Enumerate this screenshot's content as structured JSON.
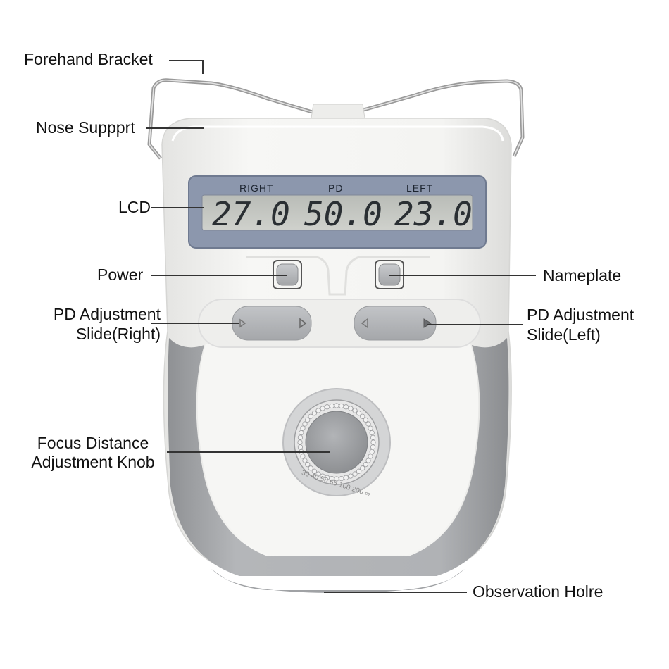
{
  "labels": {
    "forehand_bracket": "Forehand Bracket",
    "nose_support": "Nose Suppprt",
    "lcd": "LCD",
    "power": "Power",
    "nameplate": "Nameplate",
    "pd_slide_right_line1": "PD Adjustment",
    "pd_slide_right_line2": "Slide(Right)",
    "pd_slide_left_line1": "PD Adjustment",
    "pd_slide_left_line2": "Slide(Left)",
    "focus_knob_line1": "Focus Distance",
    "focus_knob_line2": "Adjustment Knob",
    "observation_hole": "Observation Holre"
  },
  "lcd_display": {
    "header_right": "RIGHT",
    "header_pd": "PD",
    "header_left": "LEFT",
    "value_right": "27.0",
    "value_pd": "50.0",
    "value_left": "23.0"
  },
  "knob": {
    "scale_text": "30 40 50 65 100 200 ∞"
  },
  "colors": {
    "body": "#f2f2f0",
    "grey_shell": "#a9abae",
    "lcd_frame": "#8c97ad",
    "lcd_screen": "#c3c6c1",
    "button": "#b9bbbe",
    "leader": "#333333"
  },
  "icons": {
    "power_button": "square-button-icon",
    "nameplate_button": "square-button-icon",
    "slide_arrows": "triangle-arrow-icon"
  }
}
